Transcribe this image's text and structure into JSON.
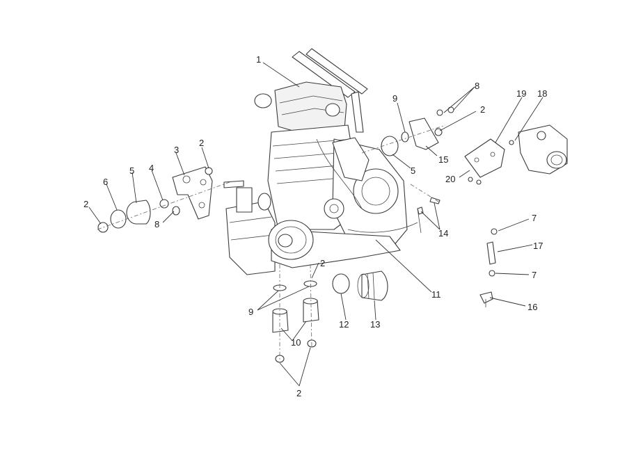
{
  "diagram": {
    "callouts": [
      {
        "id": "c1",
        "label": "1"
      },
      {
        "id": "c2a",
        "label": "2"
      },
      {
        "id": "c2b",
        "label": "2"
      },
      {
        "id": "c2c",
        "label": "2"
      },
      {
        "id": "c2d",
        "label": "2"
      },
      {
        "id": "c2e",
        "label": "2"
      },
      {
        "id": "c3",
        "label": "3"
      },
      {
        "id": "c4",
        "label": "4"
      },
      {
        "id": "c5a",
        "label": "5"
      },
      {
        "id": "c5b",
        "label": "5"
      },
      {
        "id": "c6",
        "label": "6"
      },
      {
        "id": "c7a",
        "label": "7"
      },
      {
        "id": "c7b",
        "label": "7"
      },
      {
        "id": "c8a",
        "label": "8"
      },
      {
        "id": "c8b",
        "label": "8"
      },
      {
        "id": "c9a",
        "label": "9"
      },
      {
        "id": "c9b",
        "label": "9"
      },
      {
        "id": "c10",
        "label": "10"
      },
      {
        "id": "c11",
        "label": "11"
      },
      {
        "id": "c12",
        "label": "12"
      },
      {
        "id": "c13",
        "label": "13"
      },
      {
        "id": "c14",
        "label": "14"
      },
      {
        "id": "c15",
        "label": "15"
      },
      {
        "id": "c16",
        "label": "16"
      },
      {
        "id": "c17",
        "label": "17"
      },
      {
        "id": "c18",
        "label": "18"
      },
      {
        "id": "c19",
        "label": "19"
      },
      {
        "id": "c20",
        "label": "20"
      }
    ]
  }
}
